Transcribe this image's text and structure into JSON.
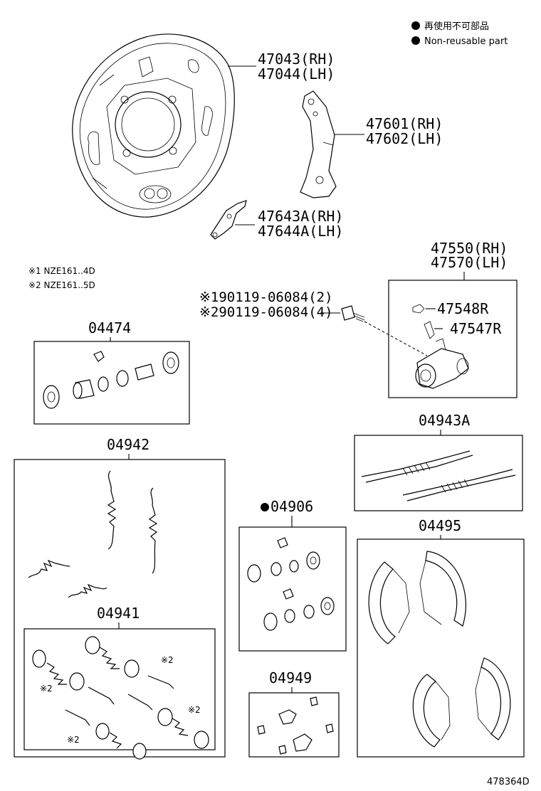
{
  "legend": {
    "label_jp": "再使用不可部品",
    "label_en": "Non-reusable part"
  },
  "notes": {
    "note1": "※1 NZE161..4D",
    "note2": "※2 NZE161..5D"
  },
  "parts": {
    "backing_plate": {
      "rh": "47043(RH)",
      "lh": "47044(LH)"
    },
    "parking_lever": {
      "rh": "47601(RH)",
      "lh": "47602(LH)"
    },
    "lever_small": {
      "rh": "47643A(RH)",
      "lh": "47644A(LH)"
    },
    "wheel_cylinder": {
      "rh": "47550(RH)",
      "lh": "47570(LH)"
    },
    "bleeder_cap": "47548R",
    "bleeder_plug": "47547R",
    "bolt_1": "※190119-06084(2)",
    "bolt_2": "※290119-06084(4)",
    "cyl_kit": "04474",
    "spring_kit": "04942",
    "hold_kit": "04941",
    "repair_kit": "04906",
    "adjuster_kit": "04943A",
    "shoe_kit": "04495",
    "small_kit": "04949"
  },
  "callouts": {
    "mark2": "※2"
  },
  "diagram_id": "478364D"
}
